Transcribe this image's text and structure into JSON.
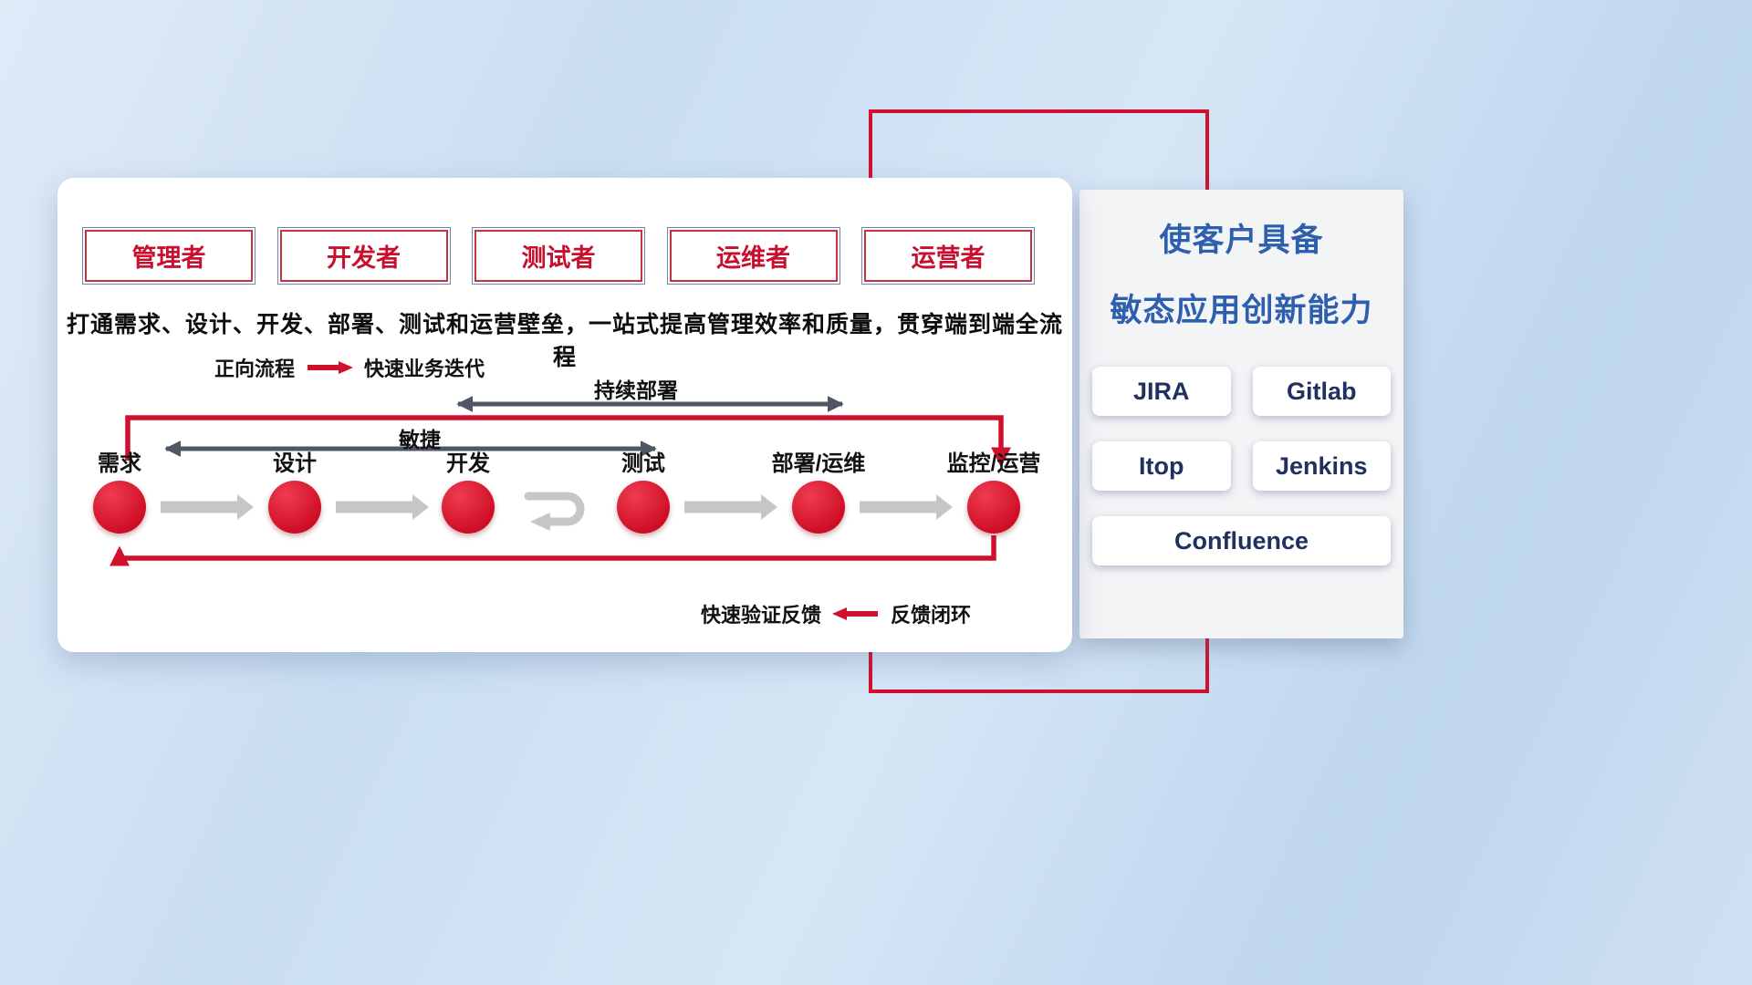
{
  "roles": [
    "管理者",
    "开发者",
    "测试者",
    "运维者",
    "运营者"
  ],
  "description": "打通需求、设计、开发、部署、测试和运营壁垒，一站式提高管理效率和质量，贯穿端到端全流程",
  "forward_legend": {
    "label": "正向流程",
    "value": "快速业务迭代"
  },
  "feedback_legend": {
    "label": "快速验证反馈",
    "value": "反馈闭环"
  },
  "flow": {
    "agile_label": "敏捷",
    "continuous_deploy_label": "持续部署",
    "stages": [
      "需求",
      "设计",
      "开发",
      "测试",
      "部署/运维",
      "监控/运营"
    ]
  },
  "right_panel": {
    "title_line1": "使客户具备",
    "title_line2": "敏态应用创新能力",
    "tools": [
      "JIRA",
      "Gitlab",
      "Itop",
      "Jenkins",
      "Confluence"
    ]
  },
  "colors": {
    "accent_red": "#d1102d",
    "title_blue": "#2d5fae",
    "dark_arrow": "#4e5763",
    "gray_arrow": "#c6c6c6"
  }
}
